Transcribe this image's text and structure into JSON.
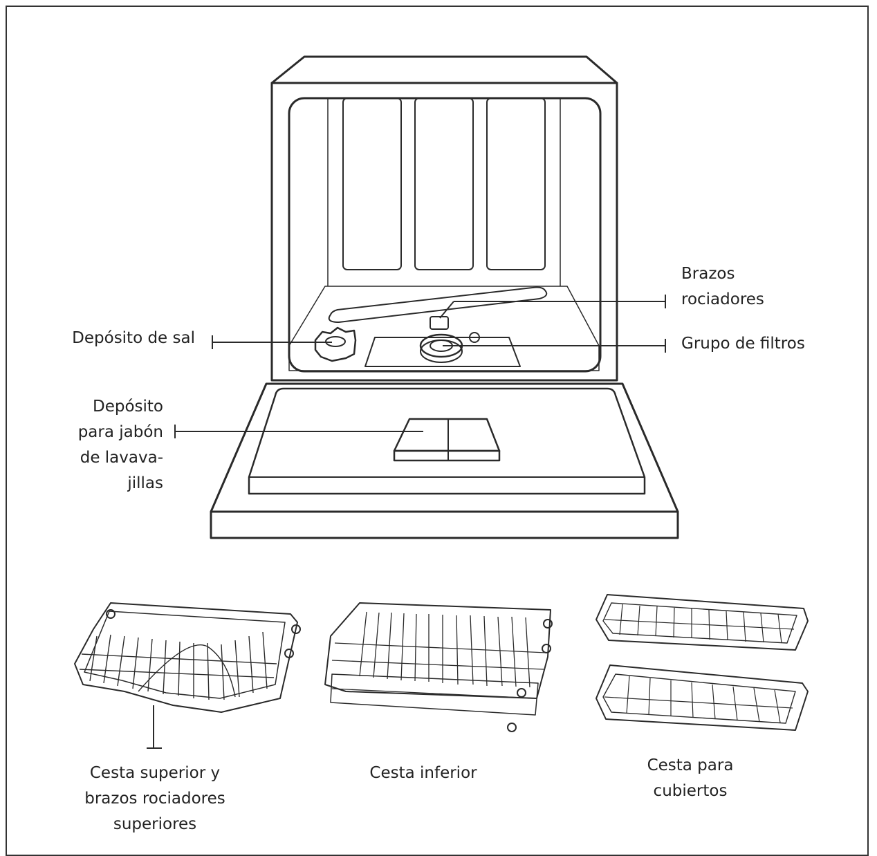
{
  "labels": {
    "salt": [
      "Depósito de sal"
    ],
    "spray_arms": [
      "Brazos",
      "rociadores"
    ],
    "filters": [
      "Grupo de filtros"
    ],
    "detergent": [
      "Depósito",
      "para jabón",
      "de lavava-",
      "jillas"
    ],
    "upper_basket": [
      "Cesta superior y",
      "brazos rociadores",
      "superiores"
    ],
    "lower_basket": [
      "Cesta inferior"
    ],
    "cutlery_basket": [
      "Cesta para",
      "cubiertos"
    ]
  },
  "colors": {
    "line": "#2a2a2a",
    "background": "#ffffff"
  }
}
